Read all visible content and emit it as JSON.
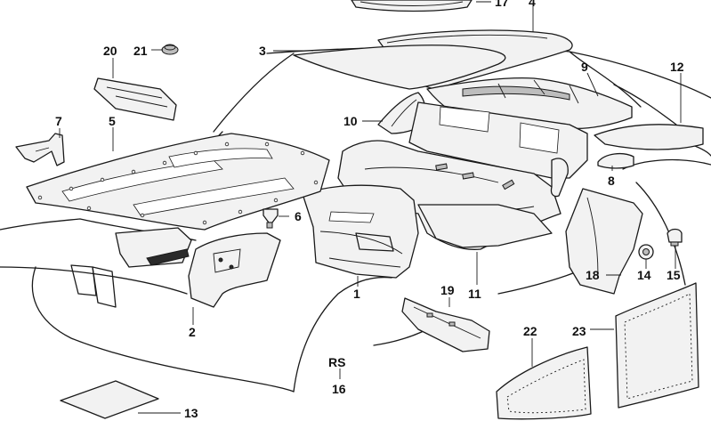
{
  "callouts": {
    "c1": "1",
    "c2": "2",
    "c3": "3",
    "c4": "4",
    "c5": "5",
    "c6": "6",
    "c7": "7",
    "c8": "8",
    "c9": "9",
    "c10": "10",
    "c11": "11",
    "c12": "12",
    "c13": "13",
    "c14": "14",
    "c15": "15",
    "c16": "16",
    "c17": "17",
    "c18": "18",
    "c19": "19",
    "c20": "20",
    "c21": "21",
    "c22": "22",
    "c23": "23"
  },
  "variant_mark": "RS"
}
